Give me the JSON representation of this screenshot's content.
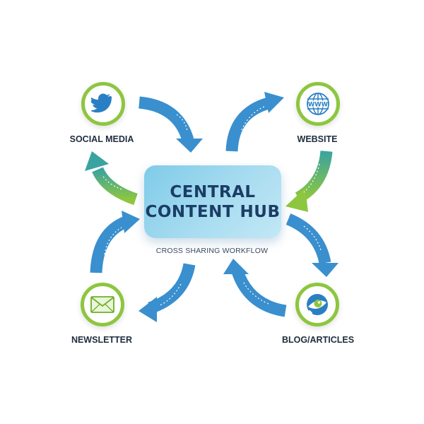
{
  "hub": {
    "line1": "CENTRAL",
    "line2": "CONTENT HUB",
    "caption": "CROSS SHARING WORKFLOW"
  },
  "channels": [
    {
      "id": "social",
      "label": "SOCIAL MEDIA",
      "icon": "twitter-bird-icon"
    },
    {
      "id": "website",
      "label": "WEBSITE",
      "icon": "globe-www-icon"
    },
    {
      "id": "newsletter",
      "label": "NEWSLETTER",
      "icon": "envelope-icon"
    },
    {
      "id": "blog",
      "label": "BLOG/ARTICLES",
      "icon": "blog-eye-icon"
    }
  ],
  "colors": {
    "arrow_blue": "#3a8fce",
    "arrow_green": "#8dc63f",
    "node_ring": "#8dc63f",
    "icon_blue": "#2a7fc4",
    "hub_text": "#1b3d66"
  }
}
